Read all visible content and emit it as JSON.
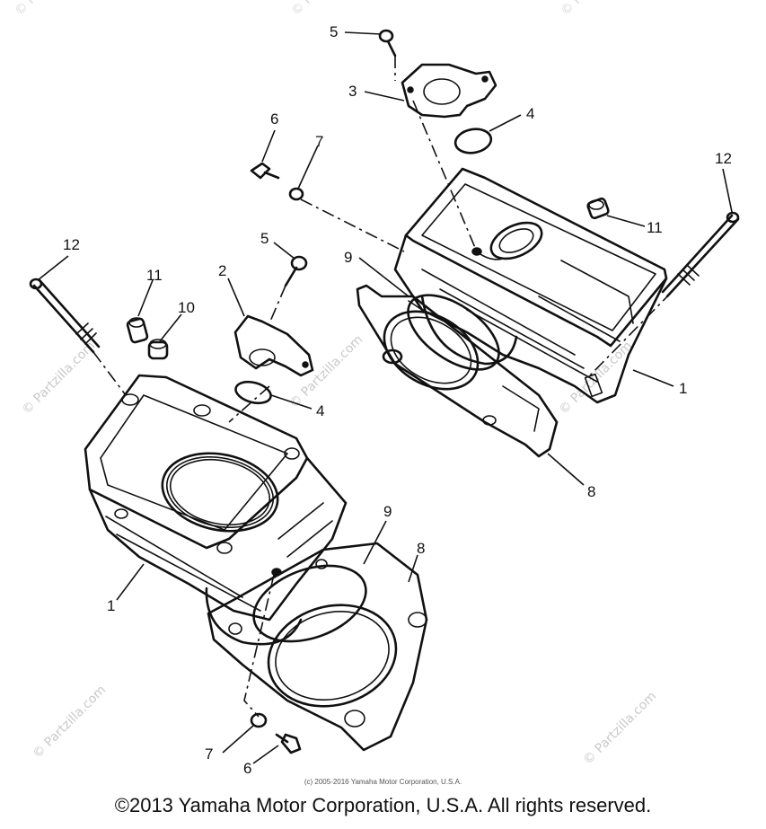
{
  "callouts": {
    "c1_left": "1",
    "c1_right": "1",
    "c2": "2",
    "c3": "3",
    "c4_top": "4",
    "c4_mid": "4",
    "c5_top": "5",
    "c5_mid": "5",
    "c6_top": "6",
    "c6_bottom": "6",
    "c7_top": "7",
    "c7_bottom": "7",
    "c8_right": "8",
    "c8_bottom": "8",
    "c9_right": "9",
    "c9_left": "9",
    "c10": "10",
    "c11_left": "11",
    "c11_right": "11",
    "c12_left": "12",
    "c12_right": "12"
  },
  "watermark": "© Partzilla.com",
  "small_copyright": "(c) 2005-2016 Yamaha Motor Corporation, U.S.A.",
  "copyright": "©2013 Yamaha Motor Corporation, U.S.A. All rights reserved."
}
